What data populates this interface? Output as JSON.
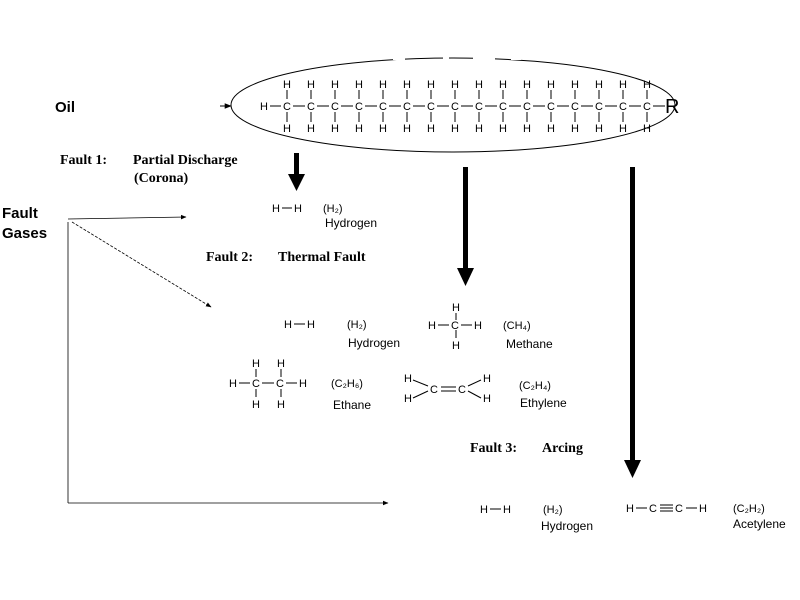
{
  "oil": {
    "label": "Oil",
    "chain": {
      "hydrogen": "H",
      "carbon": "C",
      "r_group": "R"
    }
  },
  "fault_gases": {
    "line1": "Fault",
    "line2": "Gases"
  },
  "faults": [
    {
      "title": "Fault 1:",
      "name_line1": "Partial Discharge",
      "name_line2": "(Corona)",
      "gases": [
        {
          "formula": "(H₂)",
          "name": "Hydrogen"
        }
      ]
    },
    {
      "title": "Fault 2:",
      "name_line1": "Thermal Fault",
      "gases": [
        {
          "formula": "(H₂)",
          "name": "Hydrogen"
        },
        {
          "formula": "(CH₄)",
          "name": "Methane"
        },
        {
          "formula": "(C₂H₆)",
          "name": "Ethane"
        },
        {
          "formula": "(C₂H₄)",
          "name": "Ethylene"
        }
      ]
    },
    {
      "title": "Fault 3:",
      "name_line1": "Arcing",
      "gases": [
        {
          "formula": "(H₂)",
          "name": "Hydrogen"
        },
        {
          "formula": "(C₂H₂)",
          "name": "Acetylene"
        }
      ]
    }
  ],
  "atoms": {
    "hydrogen": "H",
    "carbon": "C"
  },
  "colors": {
    "ink": "#000000",
    "background": "#ffffff"
  }
}
